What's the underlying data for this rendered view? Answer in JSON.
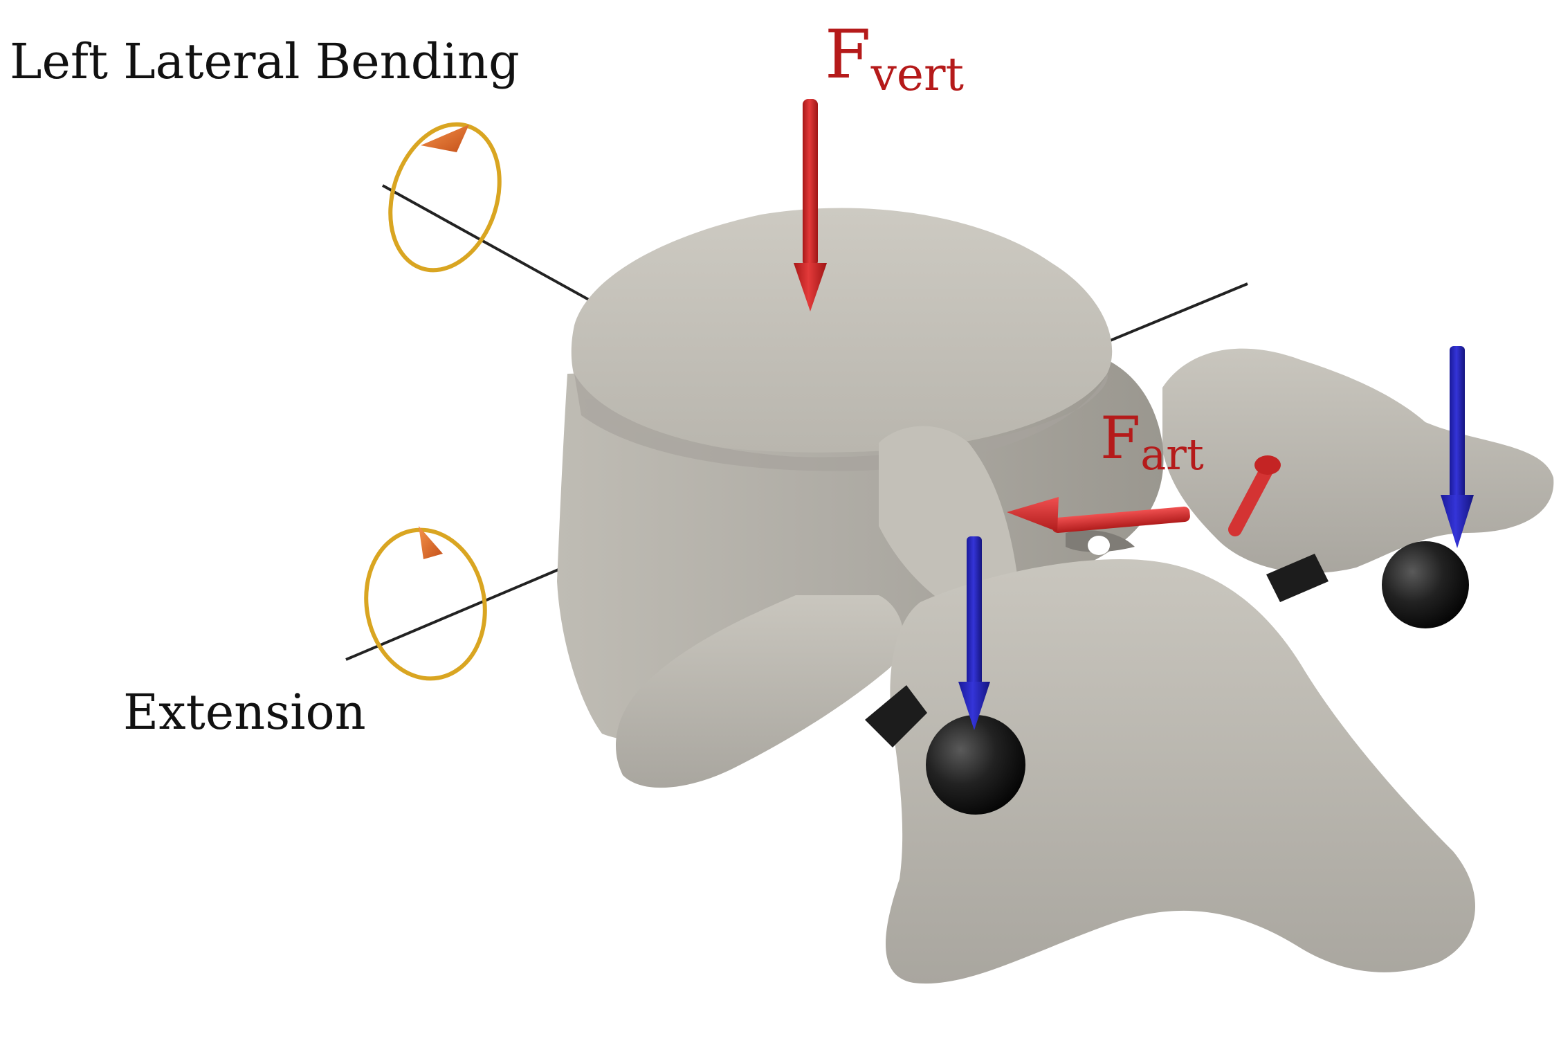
{
  "labels": {
    "lateral_bending": "Left Lateral Bending",
    "extension": "Extension",
    "f_vert_main": "F",
    "f_vert_sub": "vert",
    "f_art_main": "F",
    "f_art_sub": "art"
  },
  "colors": {
    "bone": "#bdbab2",
    "bone_light": "#cfccc4",
    "bone_shadow": "#8f8c86",
    "force_red": "#d42b2b",
    "label_red": "#b51a1a",
    "joint_blue": "#2626c2",
    "rotation_ring": "#d9a521",
    "rotation_cone": "#e8702a",
    "axis_line": "#222222",
    "ball_joint": "#1a1a1a"
  },
  "icons": {
    "rotation_indicator": "rotation-ring-icon",
    "force_arrow": "arrow-icon",
    "ball_joint": "ball-joint-icon"
  }
}
